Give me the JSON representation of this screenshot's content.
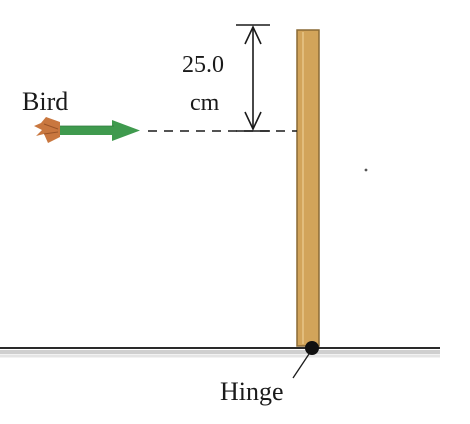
{
  "labels": {
    "bird": "Bird",
    "distance_value": "25.0",
    "distance_unit": "cm",
    "hinge": "Hinge"
  },
  "colors": {
    "rod": "#d2a45a",
    "rod_outline": "#8a6a35",
    "arrow": "#3f9a4e",
    "bird_tail": "#c9773f",
    "ground": "#2a2a2a",
    "ink": "#1a1a1a"
  }
}
